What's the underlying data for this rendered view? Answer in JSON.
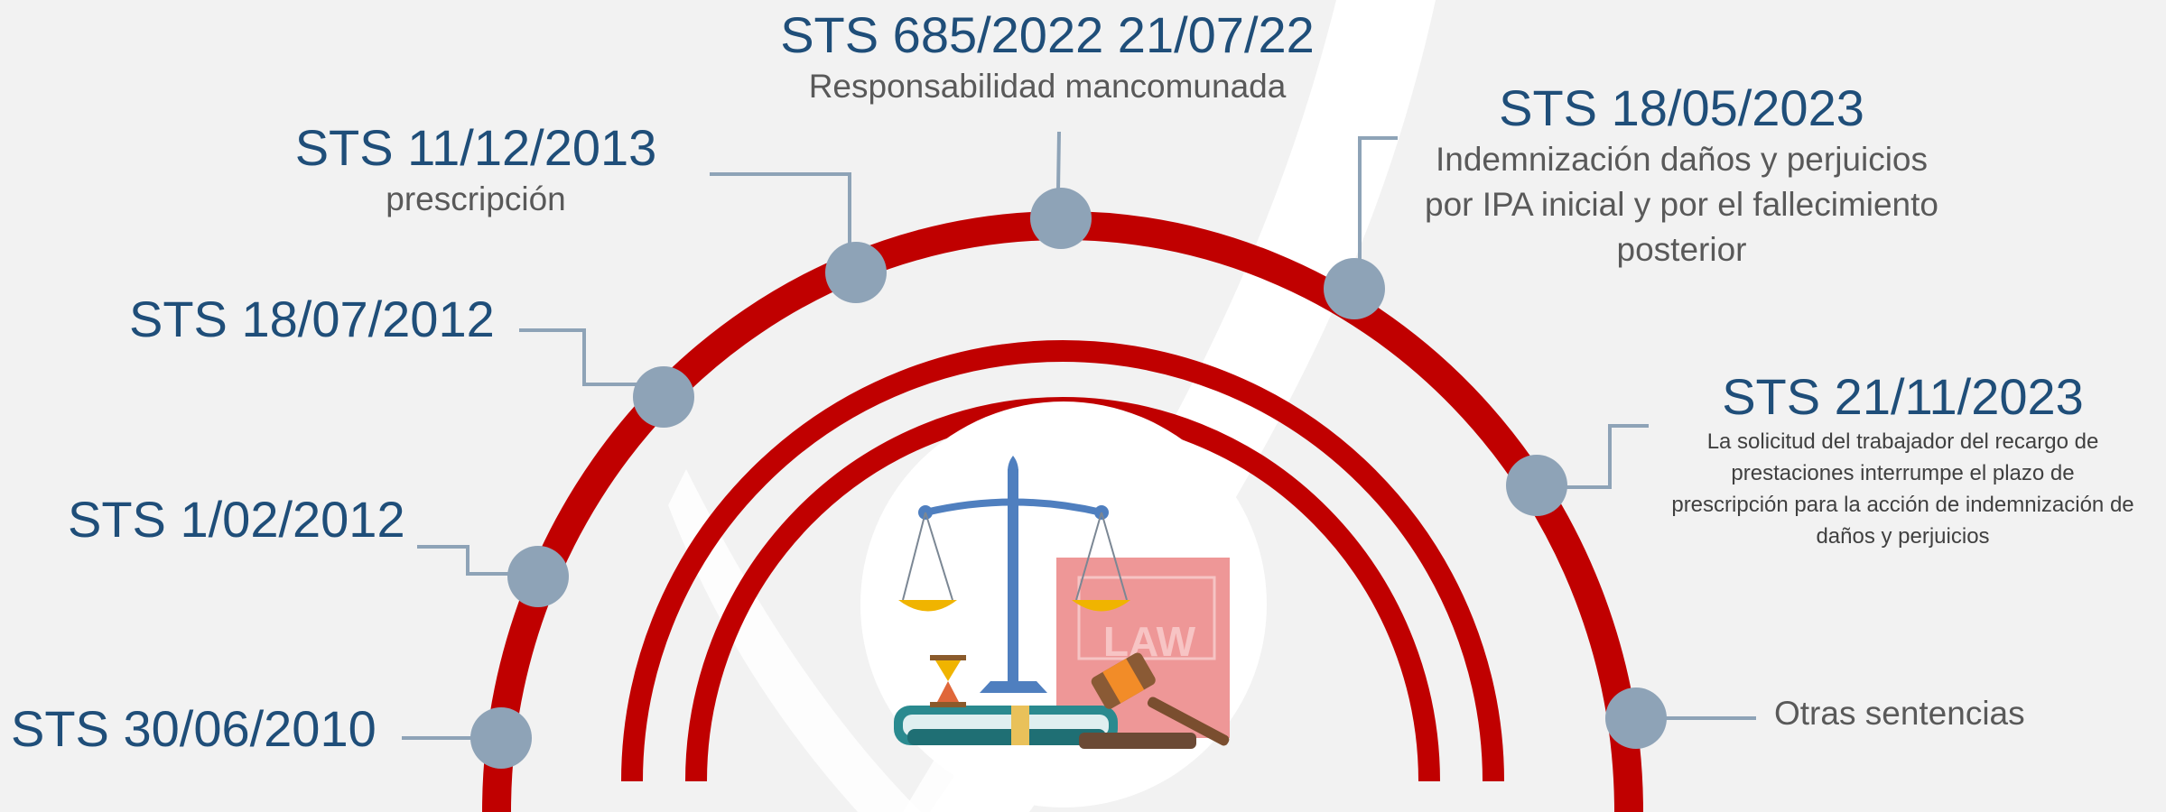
{
  "colors": {
    "background": "#f2f2f2",
    "arc": "#c00000",
    "node": "#8ea3b7",
    "connector": "#8ea3b7",
    "title_text": "#1f4e79",
    "body_text": "#595959"
  },
  "timeline": {
    "items": [
      {
        "id": "sts-2010",
        "title": "STS 30/06/2010"
      },
      {
        "id": "sts-2012a",
        "title": "STS 1/02/2012"
      },
      {
        "id": "sts-2012b",
        "title": "STS 18/07/2012"
      },
      {
        "id": "sts-2013",
        "title": "STS 11/12/2013",
        "desc": "prescripción"
      },
      {
        "id": "sts-2022",
        "title": "STS 685/2022 21/07/22",
        "desc": "Responsabilidad mancomunada"
      },
      {
        "id": "sts-2023a",
        "title": "STS 18/05/2023",
        "desc_lines": [
          "Indemnización daños y perjuicios",
          "por IPA inicial y por el fallecimiento",
          "posterior"
        ]
      },
      {
        "id": "sts-2023b",
        "title": "STS 21/11/2023",
        "desc_lines": [
          "La solicitud del trabajador del recargo de",
          "prestaciones interrumpe el plazo de",
          "prescripción para la acción de indemnización de",
          "daños y perjuicios"
        ]
      },
      {
        "id": "otras",
        "title": "Otras sentencias"
      }
    ]
  },
  "illustration": {
    "icons": [
      "scales-of-justice-icon",
      "law-book-icon",
      "gavel-icon",
      "hourglass-icon"
    ],
    "book_text": "LAW"
  }
}
